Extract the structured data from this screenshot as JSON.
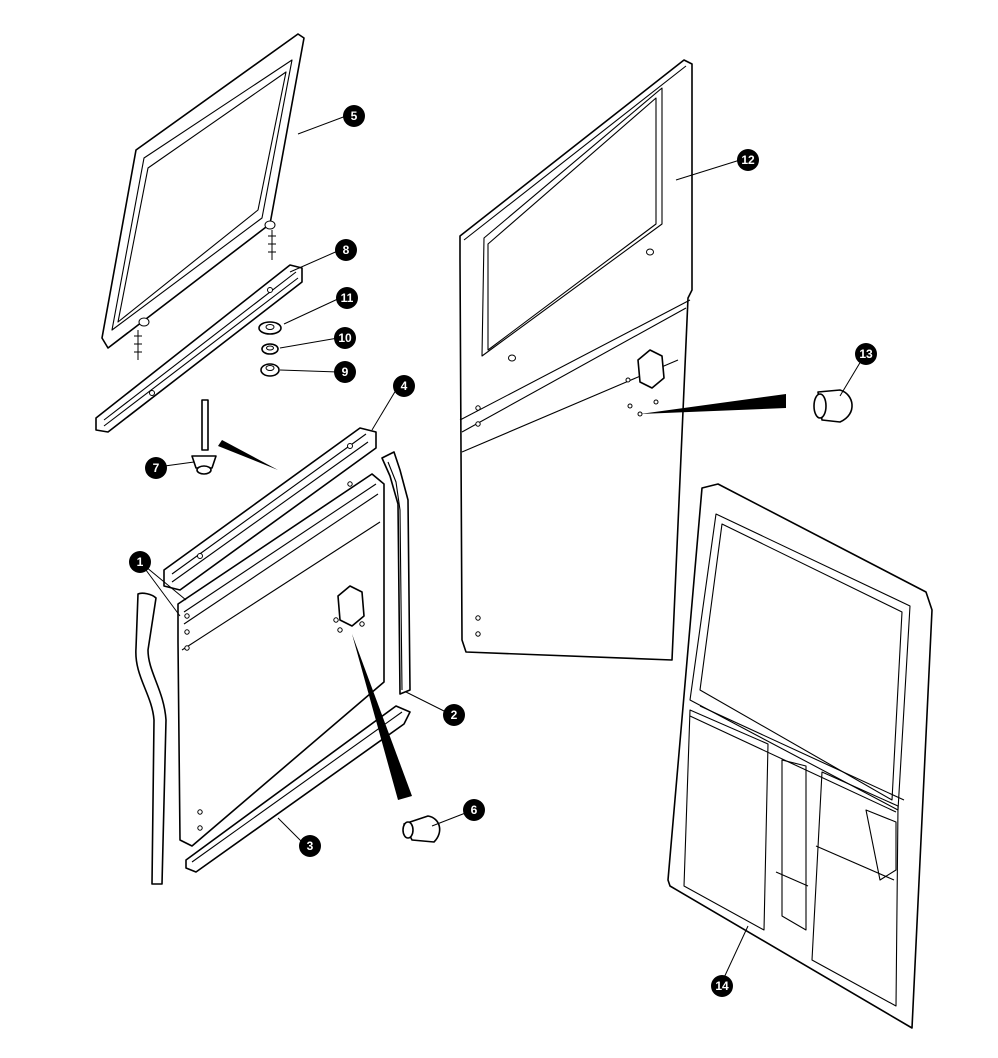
{
  "diagram": {
    "type": "exploded parts diagram",
    "callout_labels": {
      "c1": "1",
      "c2": "2",
      "c3": "3",
      "c4": "4",
      "c5": "5",
      "c6": "6",
      "c7": "7",
      "c8": "8",
      "c9": "9",
      "c10": "10",
      "c11": "11",
      "c12": "12",
      "c13": "13",
      "c14": "14"
    },
    "colors": {
      "line": "#000000",
      "fill": "#ffffff",
      "callout": "#000000",
      "callout_text": "#ffffff"
    }
  }
}
